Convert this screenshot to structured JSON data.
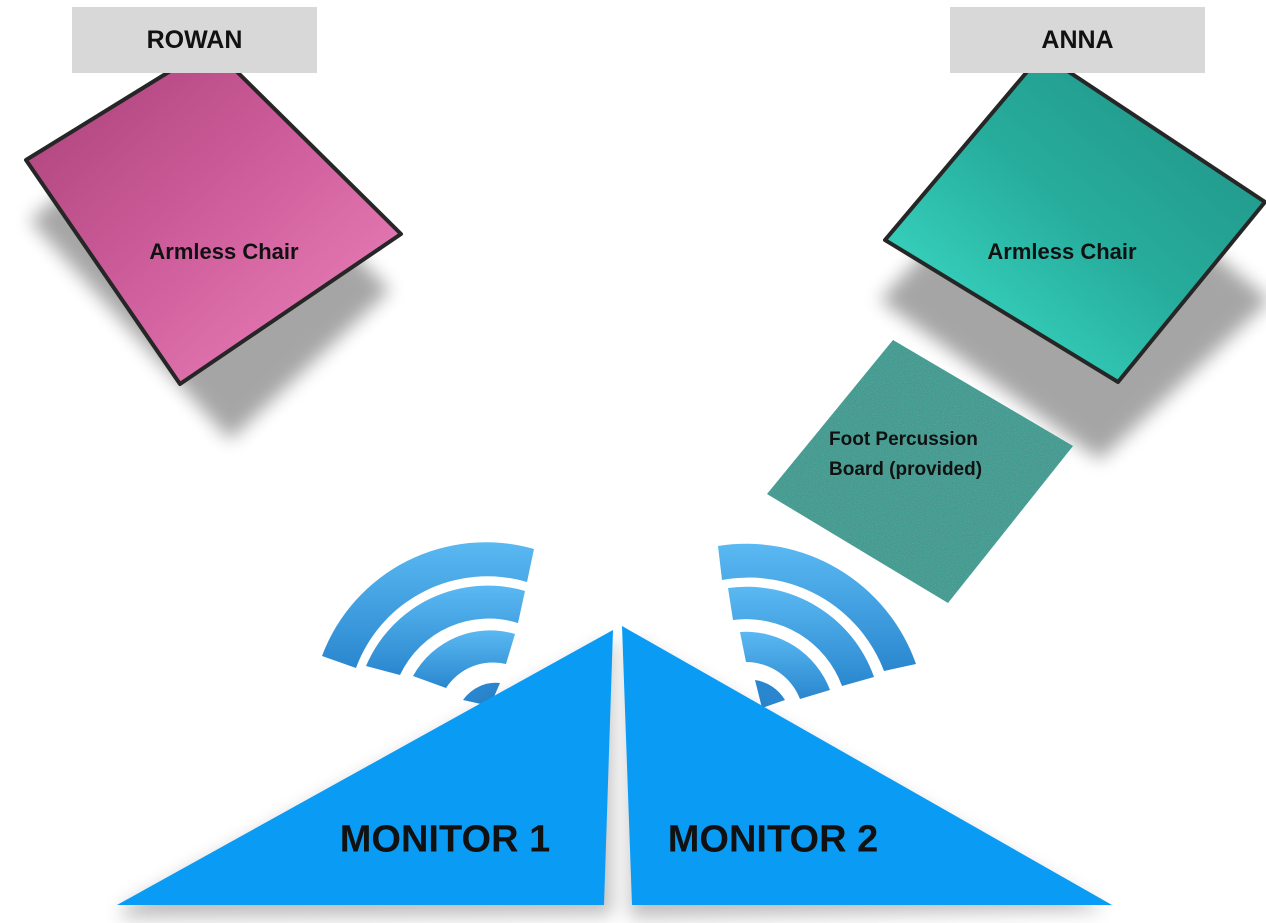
{
  "performers": [
    {
      "name": "ROWAN",
      "seat_label": "Armless Chair",
      "chair_color": "#d468a6"
    },
    {
      "name": "ANNA",
      "seat_label": "Armless Chair",
      "chair_color": "#2ec2ad"
    }
  ],
  "foot_board": {
    "line1": "Foot Percussion",
    "line2": "Board (provided)",
    "color": "#2e9a8e"
  },
  "monitors": [
    {
      "label": "MONITOR 1",
      "color": "#0a9cf5"
    },
    {
      "label": "MONITOR 2",
      "color": "#0a9cf5"
    }
  ],
  "sound_waves": {
    "color_outer": "#4fb4f0",
    "color_inner": "#2a87cf"
  },
  "name_tag_color": "#d8d8d8"
}
